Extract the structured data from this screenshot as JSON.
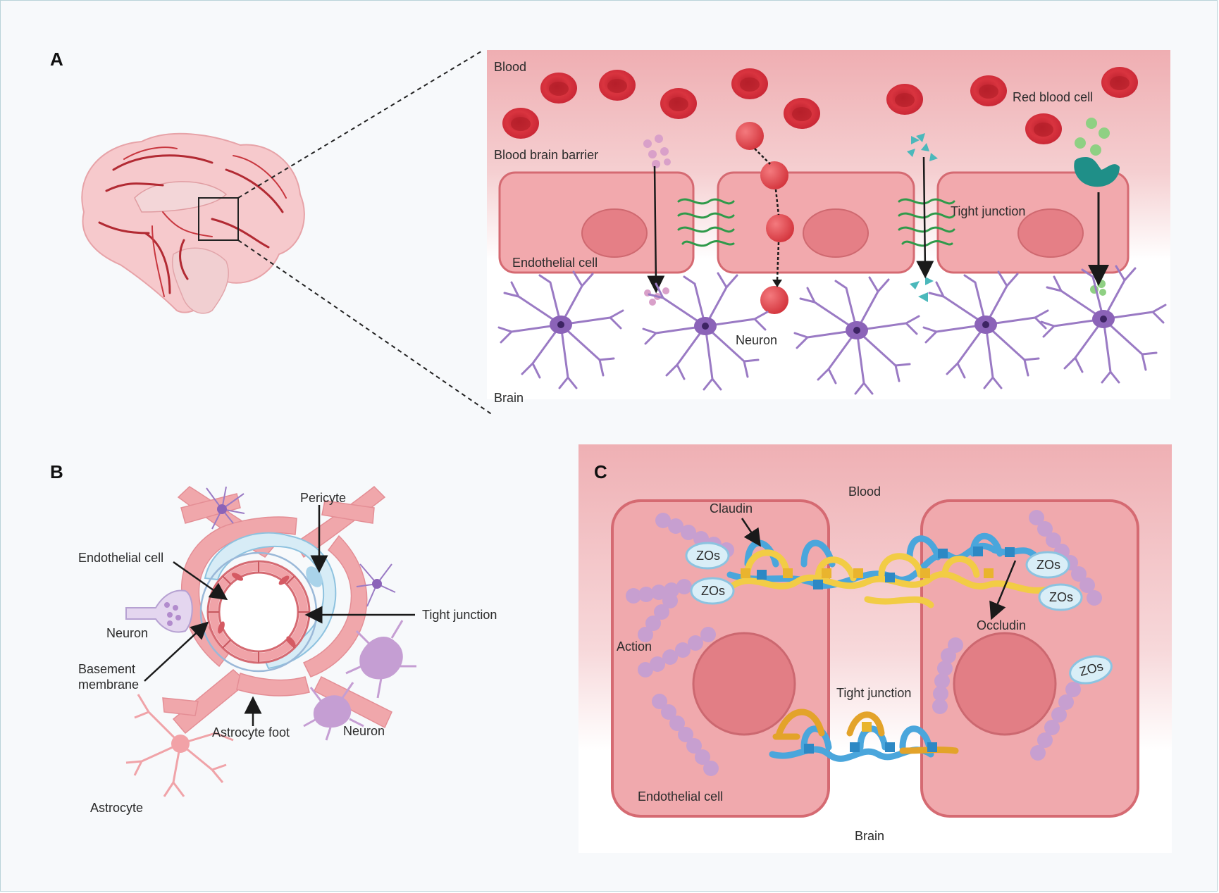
{
  "panels": {
    "a": "A",
    "b": "B",
    "c": "C"
  },
  "panel_a": {
    "blood": "Blood",
    "bbb": "Blood brain barrier",
    "rbc": "Red blood cell",
    "tight_junction": "Tight junction",
    "endothelial_cell": "Endothelial cell",
    "neuron": "Neuron",
    "brain": "Brain"
  },
  "panel_b": {
    "pericyte": "Pericyte",
    "endothelial_cell": "Endothelial cell",
    "tight_junction": "Tight junction",
    "neuron_left": "Neuron",
    "basement_1": "Basement",
    "basement_2": "membrane",
    "astrocyte_foot": "Astrocyte foot",
    "neuron_right": "Neuron",
    "astrocyte": "Astrocyte"
  },
  "panel_c": {
    "blood": "Blood",
    "claudin": "Claudin",
    "zos": [
      "ZOs",
      "ZOs",
      "ZOs",
      "ZOs",
      "ZOs"
    ],
    "occludin": "Occludin",
    "action": "Action",
    "tight_junction": "Tight junction",
    "endothelial_cell": "Endothelial cell",
    "brain": "Brain"
  },
  "colors": {
    "blood_pink": "#f0b5b8",
    "cell_fill": "#f4b9bb",
    "cell_stroke": "#d56a72",
    "nucleus": "#e07f84",
    "neuron": "#9a7ac4",
    "claudin": "#f2cc45",
    "occludin_blue": "#4aa6dc",
    "actin": "#c79fd0",
    "green_tj": "#2f9a4a"
  }
}
